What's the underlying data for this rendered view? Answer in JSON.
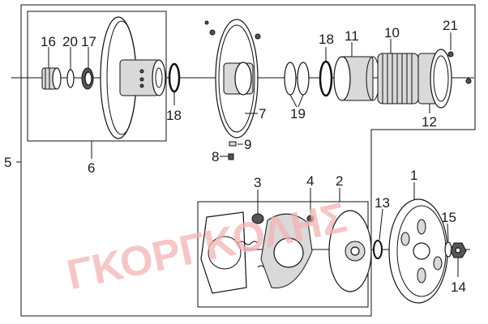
{
  "watermark": "ΓΚΟΡΓΚΟΛΗΣ",
  "callouts": {
    "c1": "1",
    "c2": "2",
    "c3": "3",
    "c4": "4",
    "c5": "5",
    "c6": "6",
    "c7": "7",
    "c8": "8",
    "c9": "9",
    "c10": "10",
    "c11": "11",
    "c12": "12",
    "c13": "13",
    "c14": "14",
    "c15": "15",
    "c16": "16",
    "c17": "17",
    "c18a": "18",
    "c18b": "18",
    "c19": "19",
    "c20": "20",
    "c21": "21"
  },
  "colors": {
    "watermark": "#f4b3b3",
    "line": "#111111",
    "part_fill": "#d9d9d9"
  }
}
